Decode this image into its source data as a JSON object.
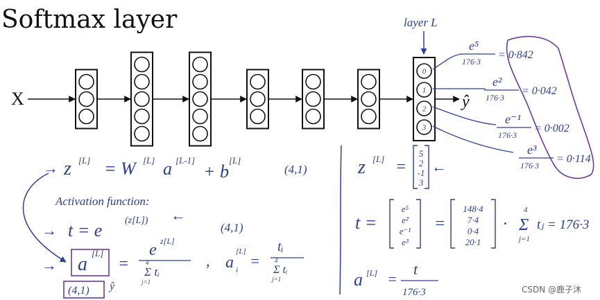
{
  "title": "Softmax layer",
  "input_label": "X",
  "output_label": "ŷ",
  "layer_label": "layer L",
  "colors": {
    "ink": "#2c3e97",
    "black": "#111111",
    "purple": "#6a3a9a"
  },
  "network": {
    "hidden_layer_unit_counts": [
      3,
      5,
      5,
      3,
      3,
      3
    ],
    "output_units": [
      "0",
      "1",
      "2",
      "3"
    ]
  },
  "output_fractions": [
    {
      "numerator": "e⁵",
      "denominator": "176·3",
      "result": "= 0·842"
    },
    {
      "numerator": "e²",
      "denominator": "176·3",
      "result": "= 0·042"
    },
    {
      "numerator": "e⁻¹",
      "denominator": "176·3",
      "result": "= 0·002"
    },
    {
      "numerator": "e³",
      "denominator": "176·3",
      "result": "= 0·114"
    }
  ],
  "left": {
    "arrow1": "→",
    "eq_z_lhs": "z",
    "eq_z_lhs_sup": "[L]",
    "eq_z_mid": "= W",
    "eq_z_w_sup": "[L]",
    "eq_z_a": "a",
    "eq_z_a_sup": "[L-1]",
    "eq_z_plus": "+ b",
    "eq_z_b_sup": "[L]",
    "eq_z_shape": "(4,1)",
    "activation_label": "Activation function:",
    "arrow2": "→",
    "eq_t": "t = e",
    "eq_t_sup": "(z[L])",
    "eq_t_arrow": "←",
    "eq_t_shape": "(4,1)",
    "arrow3": "→",
    "eq_a": "a",
    "eq_a_sup": "[L]",
    "eq_a_eq": "=",
    "eq_a_num": "e",
    "eq_a_num_sup": "z[L]",
    "eq_a_den": "Σ tᵢ",
    "eq_a_den_top": "4",
    "eq_a_den_bot": "j=1",
    "eq_ai_comma": ",",
    "eq_ai": "a",
    "eq_ai_sup": "[L]",
    "eq_ai_sub": "i",
    "eq_ai_eq": "=",
    "eq_ai_num": "tᵢ",
    "eq_ai_den": "Σ tᵢ",
    "eq_ai_den_top": "4",
    "eq_ai_den_bot": "j=1",
    "boxed_shape": "(4,1)",
    "yhat": "ŷ"
  },
  "right": {
    "z_lhs": "z",
    "z_sup": "[L]",
    "z_eq": "=",
    "z_vector": [
      "5",
      "2",
      "-1",
      "3"
    ],
    "z_arrow": "←",
    "t_lhs": "t =",
    "t_vector": [
      "e⁵",
      "e²",
      "e⁻¹",
      "e³"
    ],
    "t_eq": "=",
    "t_values": [
      "148·4",
      "7·4",
      "0·4",
      "20·1"
    ],
    "sum_dot": ".",
    "sum_sigma": "Σ",
    "sum_top": "4",
    "sum_bot": "j=1",
    "sum_expr": "tⱼ = 176·3",
    "a_lhs": "a",
    "a_sup": "[L]",
    "a_eq": "=",
    "a_num": "t",
    "a_den": "176·3"
  },
  "watermark": "CSDN @鹿子沐"
}
